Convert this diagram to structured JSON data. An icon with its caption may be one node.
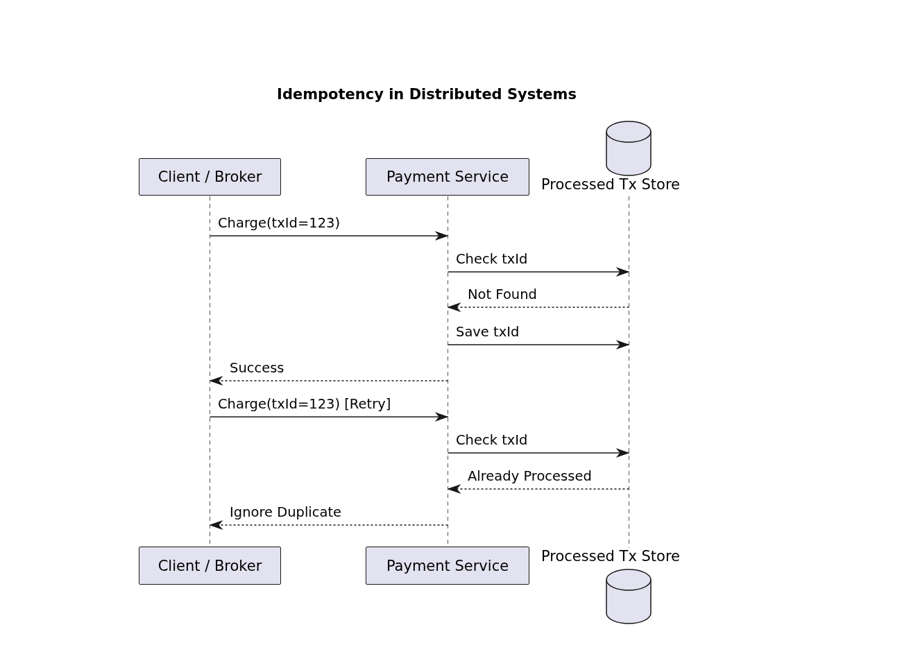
{
  "diagram": {
    "title": "Idempotency in Distributed Systems",
    "nodes": [
      {
        "text": [
          "Client / Broker"
        ]
      },
      {
        "text": [
          "Payment Service"
        ]
      },
      {
        "text": [
          "Processed Tx Store"
        ]
      },
      {
        "text": [
          "Client / Broker"
        ]
      },
      {
        "text": [
          "Payment Service"
        ]
      },
      {
        "text": [
          "Processed Tx Store"
        ]
      },
      {
        "text": [],
        "shape": "line"
      },
      {
        "text": [],
        "shape": "line"
      },
      {
        "text": [],
        "shape": "line"
      }
    ],
    "edges": [
      {
        "from": 6,
        "to": 7,
        "arrow": "to",
        "label": "Charge(txId=123)"
      },
      {
        "from": 7,
        "to": 8,
        "arrow": "to",
        "label": "Check txId"
      },
      {
        "from": 8,
        "to": 7,
        "arrow": "to",
        "label": "Not Found",
        "style": "dashed"
      },
      {
        "from": 7,
        "to": 8,
        "arrow": "to",
        "label": "Save txId"
      },
      {
        "from": 7,
        "to": 6,
        "arrow": "to",
        "label": "Success",
        "style": "dashed"
      },
      {
        "from": 6,
        "to": 7,
        "arrow": "to",
        "label": "Charge(txId=123) [Retry]"
      },
      {
        "from": 7,
        "to": 8,
        "arrow": "to",
        "label": "Check txId"
      },
      {
        "from": 8,
        "to": 7,
        "arrow": "to",
        "label": "Already Processed",
        "style": "dashed"
      },
      {
        "from": 7,
        "to": 6,
        "arrow": "to",
        "label": "Ignore Duplicate",
        "style": "dashed"
      }
    ]
  }
}
